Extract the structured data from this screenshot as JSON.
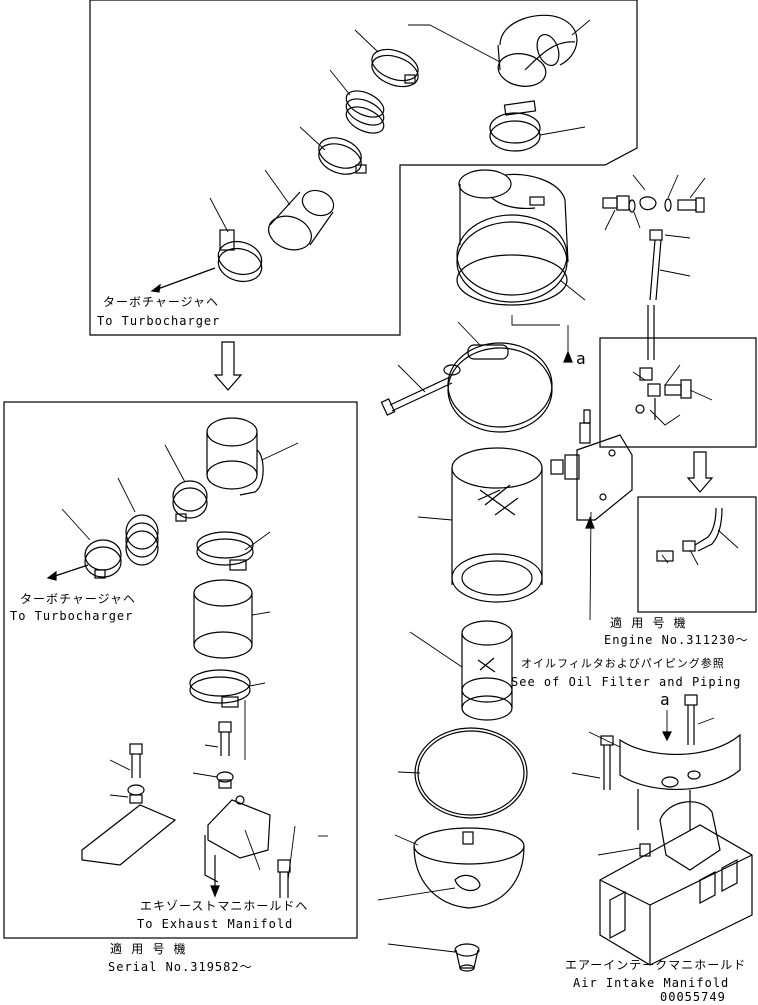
{
  "labels": {
    "to_turbo_jp_top": "ターボチャージャヘ",
    "to_turbo_en_top": "To Turbocharger",
    "to_turbo_jp_left": "ターボチャージャヘ",
    "to_turbo_en_left": "To Turbocharger",
    "exhaust_jp": "エキゾーストマニホールドヘ",
    "exhaust_en": "To Exhaust Manifold",
    "applicable_jp_left": "適 用 号 機",
    "serial_no": "Serial No.319582〜",
    "applicable_jp_right": "適 用 号 機",
    "engine_no": "Engine No.311230〜",
    "oil_filter_jp": "オイルフィルタおよびパイピング参照",
    "oil_filter_en": "See of Oil Filter and Piping",
    "detail_a_top": "a",
    "detail_a_bottom": "a",
    "air_intake_jp": "エアーインテークマニホールド",
    "air_intake_en": "Air Intake Manifold",
    "drawing_no": "00055749"
  },
  "colors": {
    "line": "#000000",
    "background": "#ffffff"
  }
}
